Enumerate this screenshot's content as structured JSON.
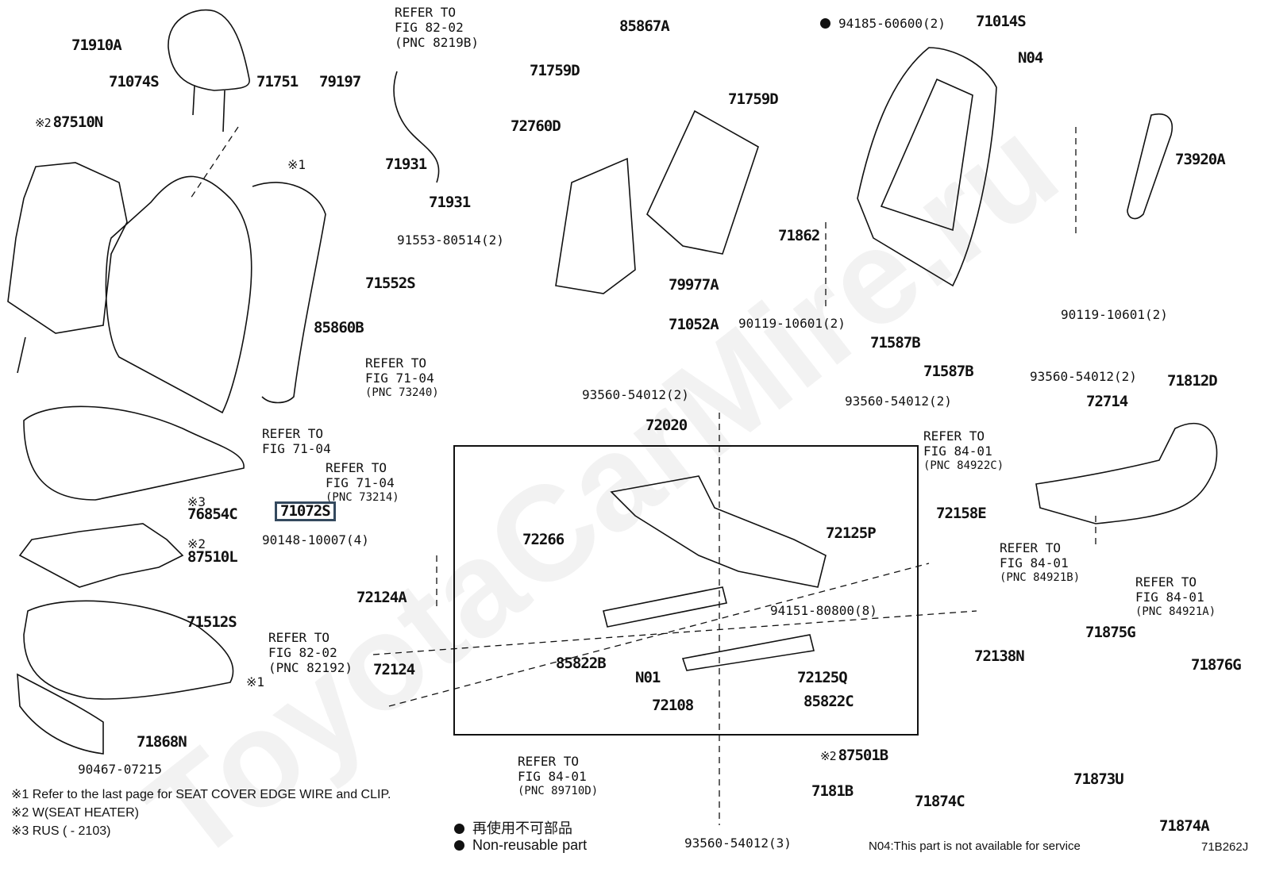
{
  "diagram": {
    "figure_code": "71B262J",
    "watermark": "ToyotaCarMire.ru",
    "parts": {
      "p71910A": "71910A",
      "p71074S": "71074S",
      "p87510N": "87510N",
      "p71751": "71751",
      "p79197": "79197",
      "p71931a": "71931",
      "p71931b": "71931",
      "p71552S": "71552S",
      "p85860B": "85860B",
      "p91553": "91553-80514(2)",
      "p85867A": "85867A",
      "p71759Da": "71759D",
      "p71759Db": "71759D",
      "p72760D": "72760D",
      "p79977A": "79977A",
      "p71052A": "71052A",
      "p71862": "71862",
      "p94185": "94185-60600(2)",
      "p71014S": "71014S",
      "pN04": "N04",
      "p73920A": "73920A",
      "p90119a": "90119-10601(2)",
      "p90119b": "90119-10601(2)",
      "p71587Ba": "71587B",
      "p71587Bb": "71587B",
      "p93560a": "93560-54012(2)",
      "p93560b": "93560-54012(2)",
      "p93560c": "93560-54012(2)",
      "p93560d": "93560-54012(3)",
      "p72714": "72714",
      "p71812D": "71812D",
      "p72020": "72020",
      "p76854C": "76854C",
      "p71072S": "71072S",
      "p87510L": "87510L",
      "p90148": "90148-10007(4)",
      "p72266": "72266",
      "p72125P": "72125P",
      "p72158E": "72158E",
      "p72124A": "72124A",
      "p72124": "72124",
      "p71512S": "71512S",
      "p71868N": "71868N",
      "p90467": "90467-07215",
      "p85822B": "85822B",
      "pN01": "N01",
      "p72108": "72108",
      "p94151": "94151-80800(8)",
      "p72125Q": "72125Q",
      "p85822C": "85822C",
      "p72138N": "72138N",
      "p71875G": "71875G",
      "p71876G": "71876G",
      "p71873U": "71873U",
      "p71874A": "71874A",
      "p87501B": "87501B",
      "p7181B": "7181B",
      "p71874C": "71874C"
    },
    "marks": {
      "m1": "※1",
      "m2": "※2",
      "m3": "※3"
    },
    "refs": [
      {
        "line1": "REFER TO",
        "line2": "FIG 82-02",
        "pnc": "(PNC 8219B)"
      },
      {
        "line1": "REFER TO",
        "line2": "FIG 71-04",
        "pnc": "(PNC 73240)"
      },
      {
        "line1": "REFER TO",
        "line2": "FIG 71-04",
        "pnc": ""
      },
      {
        "line1": "REFER TO",
        "line2": "FIG 71-04",
        "pnc": "(PNC 73214)"
      },
      {
        "line1": "REFER TO",
        "line2": "FIG 84-01",
        "pnc": "(PNC 84922C)"
      },
      {
        "line1": "REFER TO",
        "line2": "FIG 84-01",
        "pnc": "(PNC 84921B)"
      },
      {
        "line1": "REFER TO",
        "line2": "FIG 84-01",
        "pnc": "(PNC 84921A)"
      },
      {
        "line1": "REFER TO",
        "line2": "FIG 82-02",
        "pnc": "(PNC 82192)"
      },
      {
        "line1": "REFER TO",
        "line2": "FIG 84-01",
        "pnc": "(PNC 89710D)"
      }
    ],
    "footnotes": [
      "※1 Refer to the last page for SEAT COVER EDGE WIRE and CLIP.",
      "※2 W(SEAT HEATER)",
      "※3 RUS (        - 2103)"
    ],
    "legend": {
      "jp": "再使用不可部品",
      "en": "Non-reusable part"
    },
    "service_note": "N04:This part is not available for service",
    "selected_part": "71072S"
  }
}
